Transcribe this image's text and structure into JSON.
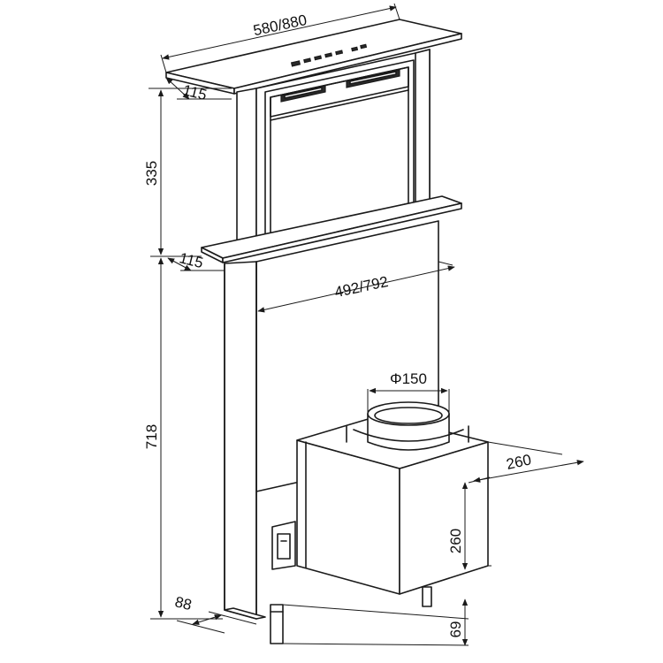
{
  "dimensions": {
    "top_width": "580/880",
    "top_depth": "115",
    "upper_height": "335",
    "mid_depth": "115",
    "inner_width": "492/792",
    "total_lower_height": "718",
    "duct_diameter": "Φ150",
    "motor_depth": "260",
    "motor_height": "260",
    "base_depth": "88",
    "bottom_offset": "69"
  }
}
